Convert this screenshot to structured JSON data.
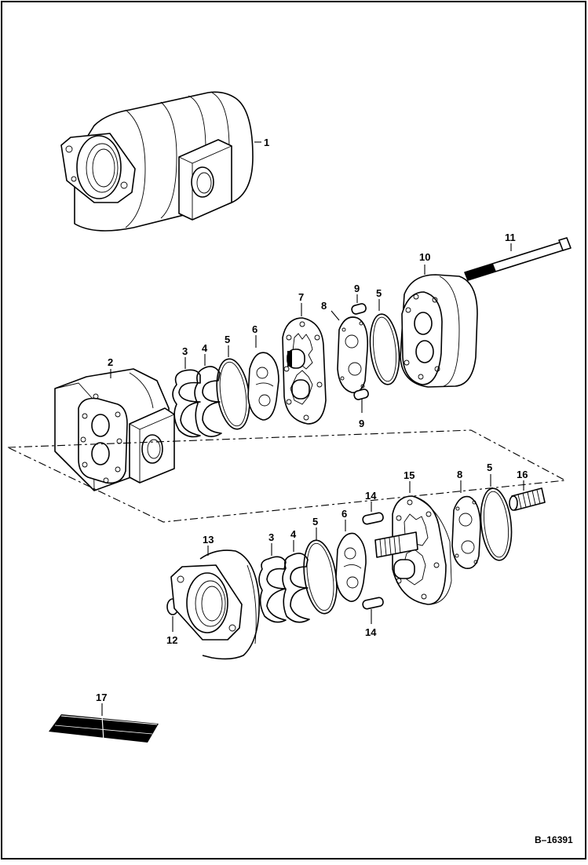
{
  "figure_id": "B–16391",
  "part_labels": {
    "p1": "1",
    "p2": "2",
    "p3a": "3",
    "p4a": "4",
    "p5a": "5",
    "p6a": "6",
    "p7": "7",
    "p8a": "8",
    "p9a": "9",
    "p9b": "9",
    "p5b": "5",
    "p10": "10",
    "p11": "11",
    "p13": "13",
    "p12": "12",
    "p3b": "3",
    "p4b": "4",
    "p5c": "5",
    "p6b": "6",
    "p14a": "14",
    "p14b": "14",
    "p15": "15",
    "p8b": "8",
    "p5d": "5",
    "p16": "16",
    "p17": "17"
  }
}
